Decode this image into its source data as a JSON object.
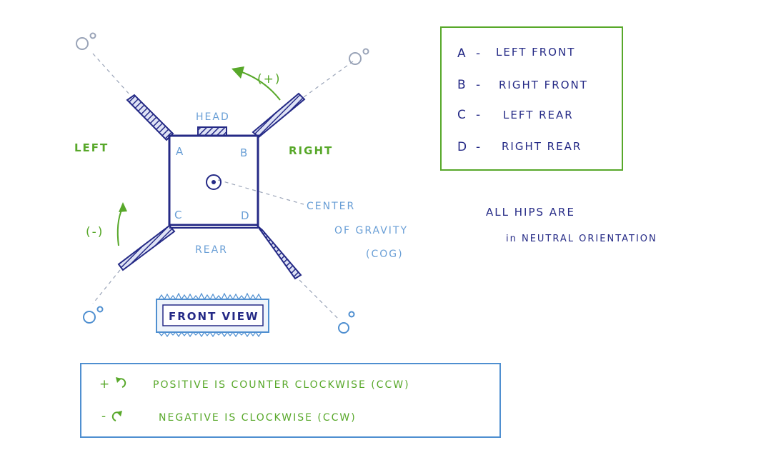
{
  "diagram": {
    "side_labels": {
      "left": "LEFT",
      "right": "RIGHT",
      "head": "HEAD",
      "rear": "REAR"
    },
    "corner_labels": {
      "a": "A",
      "b": "B",
      "c": "C",
      "d": "D"
    },
    "arrow_labels": {
      "positive": "(+)",
      "negative": "(-)"
    },
    "cog": {
      "line1": "CENTER",
      "line2": "OF GRAVITY",
      "line3": "(COG)"
    },
    "view_label": "FRONT VIEW",
    "hips_note": {
      "line1": "ALL HIPS ARE",
      "line2": "in NEUTRAL ORIENTATION"
    }
  },
  "legend": {
    "items": [
      {
        "key": "A",
        "text": "LEFT FRONT"
      },
      {
        "key": "B",
        "text": "RIGHT FRONT"
      },
      {
        "key": "C",
        "text": "LEFT REAR"
      },
      {
        "key": "D",
        "text": "RIGHT REAR"
      }
    ],
    "dash": "-"
  },
  "convention": {
    "positive": {
      "sign": "+",
      "text": "POSITIVE IS COUNTER CLOCKWISE (CCW)"
    },
    "negative": {
      "sign": "-",
      "text": "NEGATIVE IS CLOCKWISE (CCW)"
    }
  },
  "colors": {
    "navy": "#252a86",
    "green": "#58a82a",
    "blue": "#4f8fd0",
    "light_blue": "#6a9fd6",
    "grey": "#9aa4b8"
  }
}
